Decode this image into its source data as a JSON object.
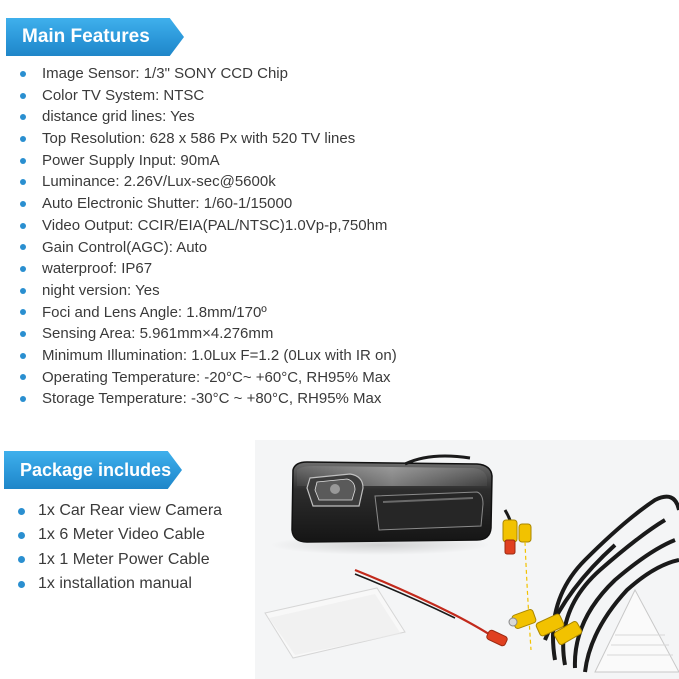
{
  "main_features": {
    "title": "Main Features",
    "items": [
      "Image Sensor: 1/3\" SONY CCD Chip",
      "Color TV System: NTSC",
      "distance grid lines: Yes",
      "Top Resolution: 628 x 586 Px with 520 TV lines",
      "Power Supply Input: 90mA",
      "Luminance: 2.26V/Lux-sec@5600k",
      "Auto Electronic Shutter: 1/60-1/15000",
      "Video Output: CCIR/EIA(PAL/NTSC)1.0Vp-p,750hm",
      "Gain Control(AGC): Auto",
      "waterproof: IP67",
      "night version: Yes",
      "Foci and Lens Angle: 1.8mm/170º",
      "Sensing Area: 5.961mm×4.276mm",
      "Minimum Illumination: 1.0Lux F=1.2 (0Lux with IR on)",
      "Operating Temperature: -20°C~ +60°C, RH95% Max",
      "Storage Temperature: -30°C ~ +80°C, RH95% Max"
    ]
  },
  "package_includes": {
    "title": "Package includes",
    "items": [
      "1x Car Rear view Camera",
      "1x 6 Meter Video Cable",
      "1x 1 Meter Power Cable",
      "1x installation manual"
    ]
  },
  "colors": {
    "banner_blue": "#2a96d8",
    "bullet_blue": "#2a8fd0",
    "text": "#3a3a3a",
    "connector_yellow": "#f2c200",
    "connector_red": "#e04020",
    "cable_black": "#1a1a1a"
  }
}
